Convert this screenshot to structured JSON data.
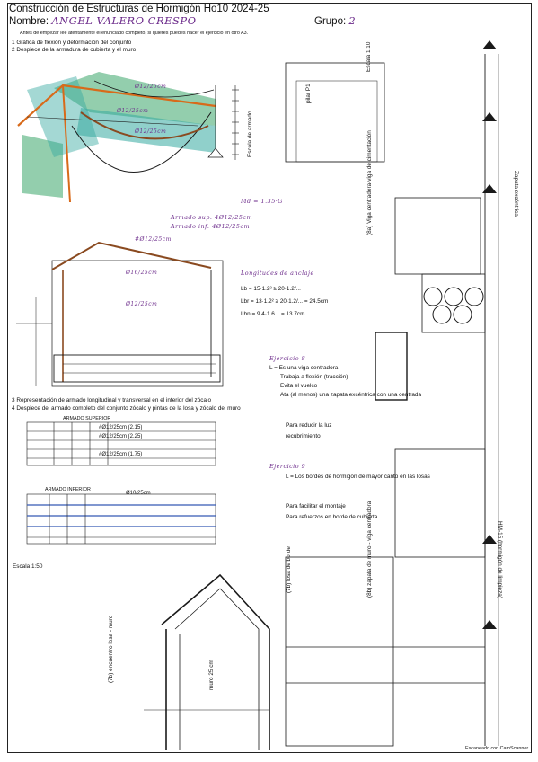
{
  "header": {
    "course": "Construcción de Estructuras de Hormigón",
    "assignment": "Ho10 2024-25",
    "name_label": "Nombre:",
    "name": "ANGEL VALERO CRESPO",
    "group_label": "Grupo:",
    "group": "2",
    "instructions": "Antes de empezar lee atentamente el enunciado completo, si quieres puedes hacer el ejercicio en otro A3."
  },
  "tasks": [
    "1 Gráfica de flexión y deformación del conjunto",
    "2 Despiece de la armadura de cubierta y el muro",
    "3 Representación de armado longitudinal y transversal en el interior del zócalo",
    "4 Despiece del armado completo del conjunto zócalo y pintas de la losa y zócalo del muro"
  ],
  "sections": {
    "armado_superior": "ARMADO SUPERIOR",
    "armado_inferior": "ARMADO INFERIOR",
    "escala_150": "Escala 1:50",
    "escala_110": "Escala 1:10",
    "escala_armado": "Escala de armado",
    "longitudes": "Longitudes de anclaje",
    "ejercicio8": "Ejercicio 8",
    "ejercicio9": "Ejercicio 9",
    "viga_cerradora": "(8a) Viga centradora-viga de cimentación",
    "zapata_muro": "(8b) zapata de muro - viga centradora",
    "losa_borde": "(7b) losa de borde",
    "encuentro": "(7b) encuentro losa - muro",
    "muro": "muro 25 cm",
    "pilar": "pilar P1",
    "zapata_excentrica": "Zapata excéntrica",
    "hormigon_limpieza": "HM-15 (hormigón de limpieza)",
    "escaneado": "Escaneado con CamScanner"
  },
  "rebar_labels": [
    "Ø12/25cm",
    "Ø12/25cm",
    "Ø12/25cm",
    "#Ø12/25cm",
    "Ø16/25cm",
    "Ø12/25cm",
    "#Ø12/25cm (2.15)",
    "#Ø12/25cm (2.25)",
    "#Ø12/25cm (1.75)",
    "Ø10/25cm"
  ],
  "notes": [
    "Md = 1.35·G",
    "Armado sup: 4Ø12/25cm",
    "Armado inf: 4Ø12/25cm",
    "Lb = 15·1.2² ≥ 20·1.2/...",
    "Lbr = 13·1.2² ≥ 20·1.2/... = 24.5cm",
    "Lbn = 9.4·1.6... = 13.7cm",
    "L = Es una viga centradora",
    "Trabaja a flexión (tracción)",
    "Evita el vuelco",
    "Ata (al menos) una zapata excéntrica con una centrada",
    "Para reducir la luz",
    "recubrimiento",
    "L = Los bordes de hormigón de mayor canto en las losas",
    "Para facilitar el montaje",
    "Para refuerzos en borde de cubierta"
  ],
  "colors": {
    "ink": "#1a1a1a",
    "purple": "#6b2a8a",
    "green": "#3aa66a",
    "teal": "#35a9a0",
    "orange": "#d86a1a",
    "brown": "#8a4a20",
    "blue": "#3559b5"
  }
}
